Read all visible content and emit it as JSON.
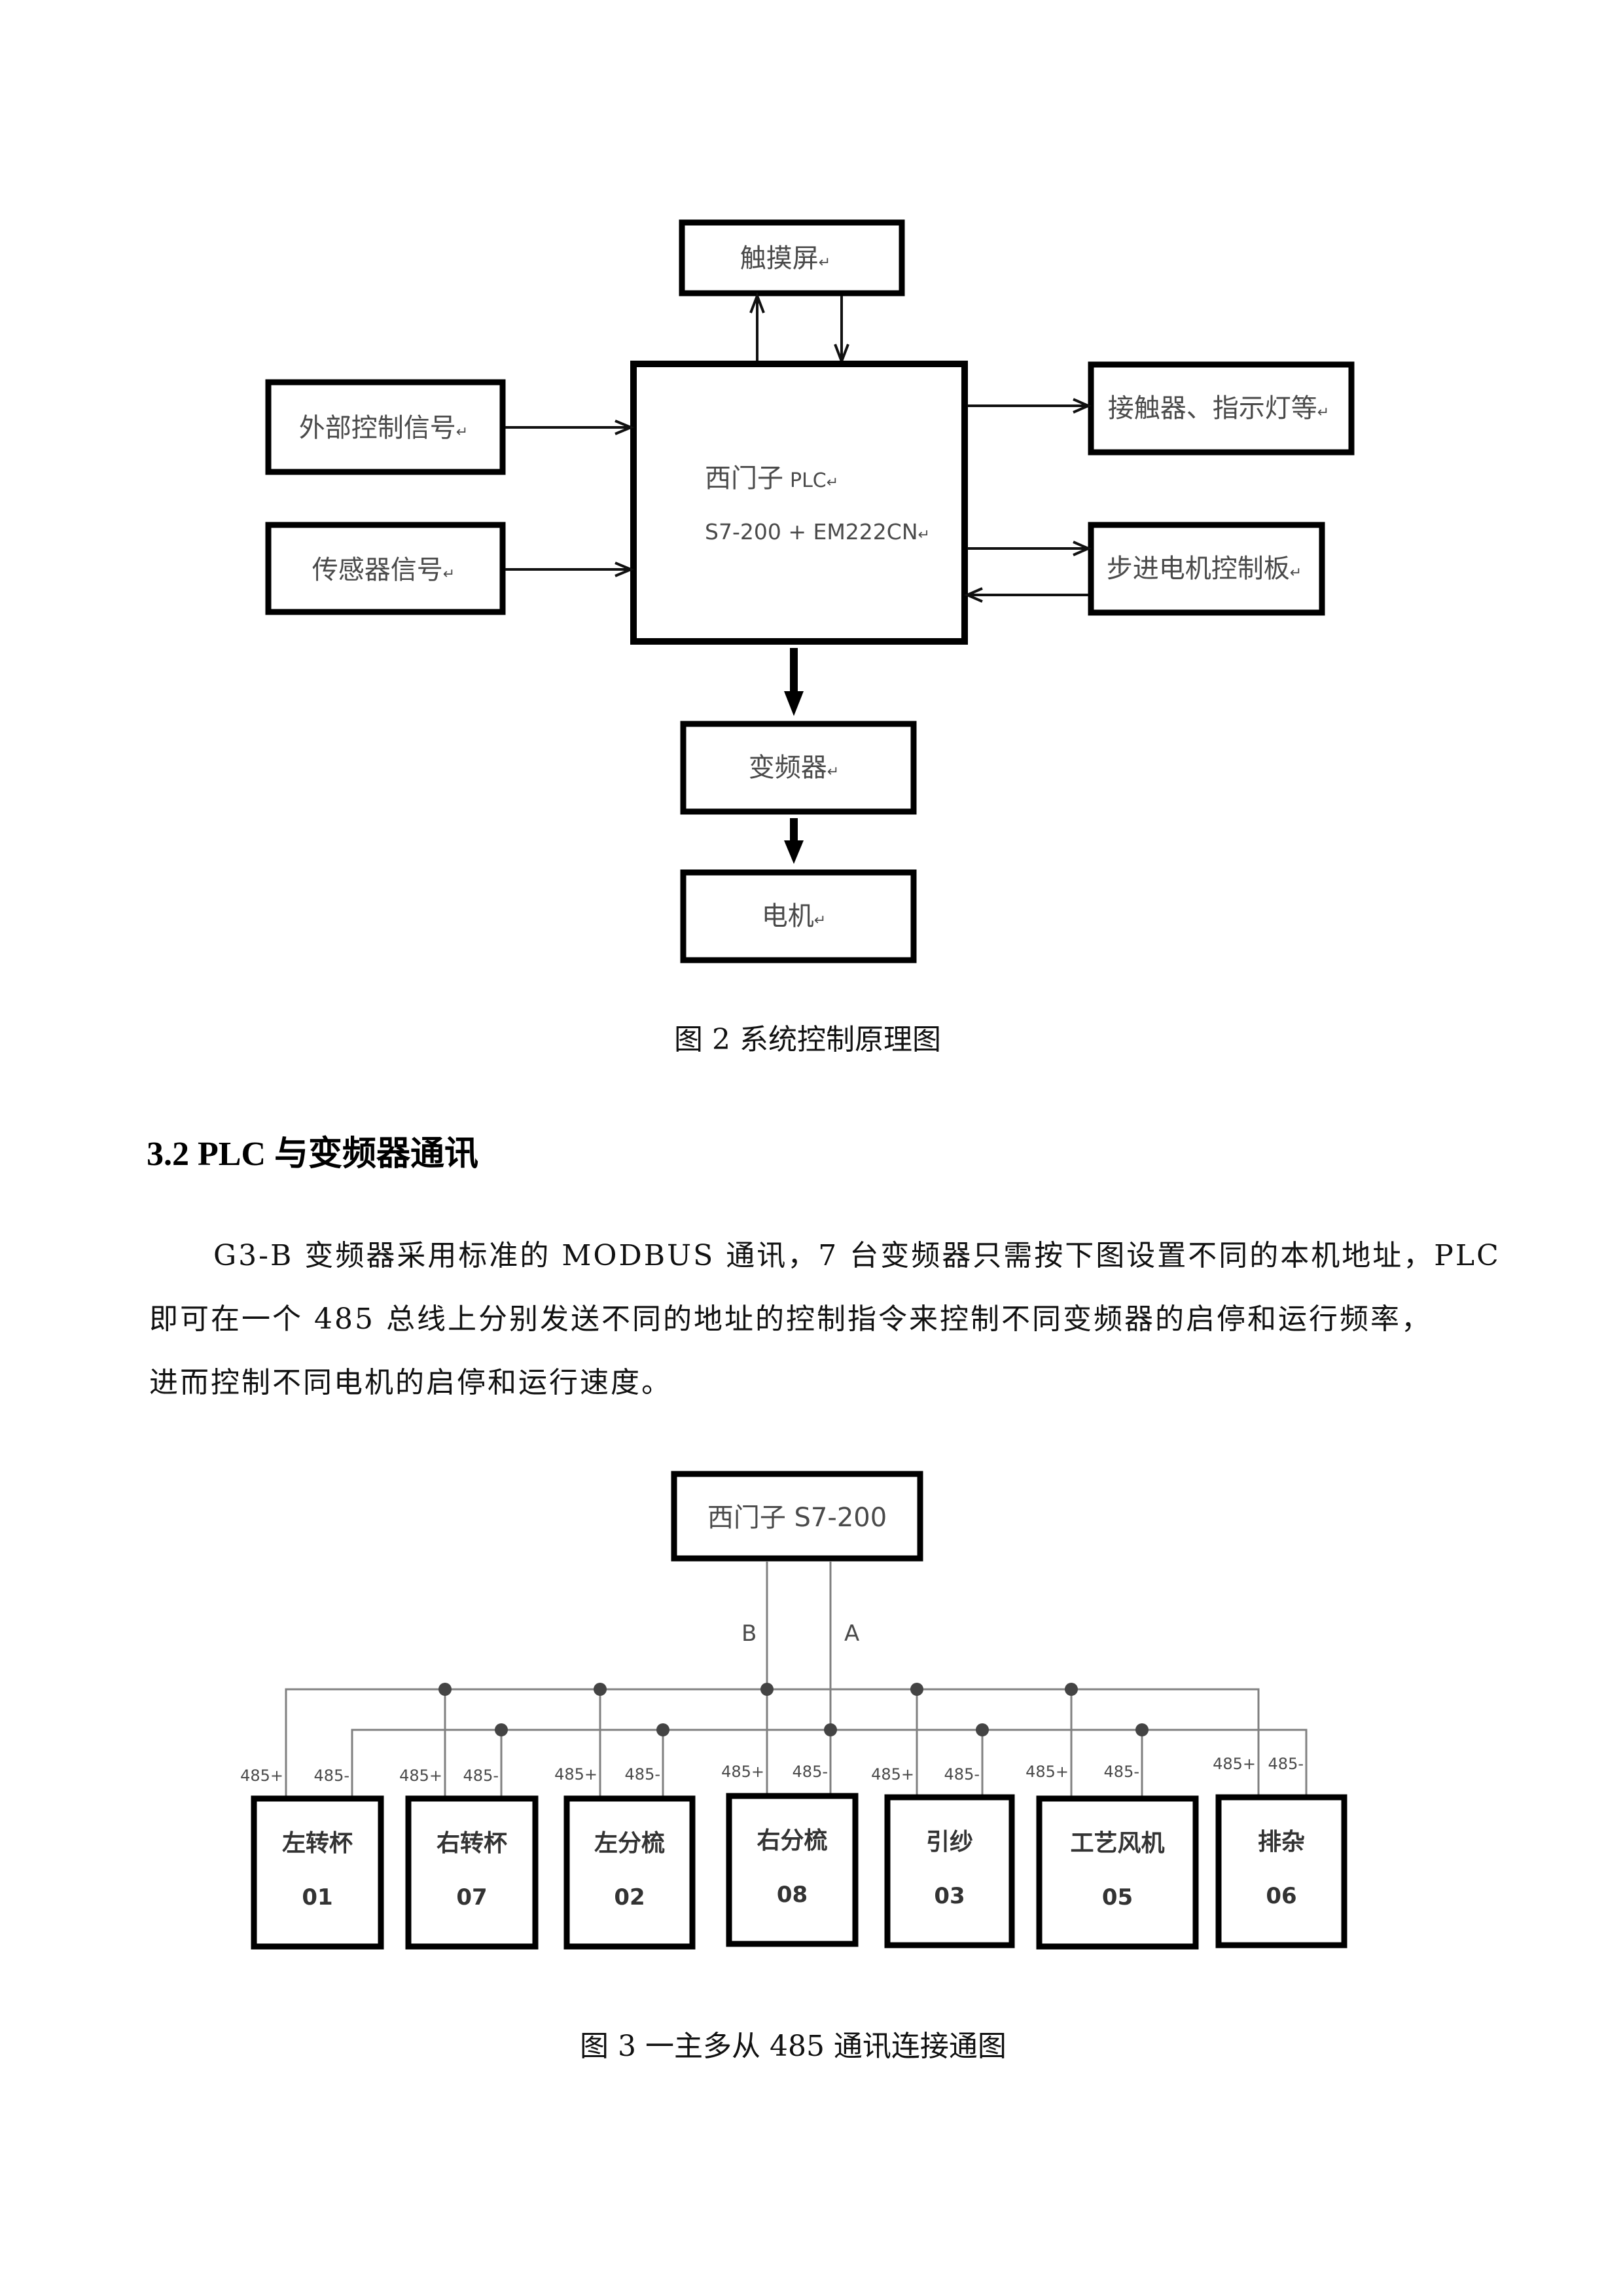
{
  "figure2": {
    "boxes": {
      "touchscreen": "触摸屏",
      "external_signal": "外部控制信号",
      "sensor_signal": "传感器信号",
      "plc_line1_cn": "西门子",
      "plc_line1_en": "PLC",
      "plc_line2": "S7-200 + EM222CN",
      "contactor": "接触器、指示灯等",
      "stepper_board": "步进电机控制板",
      "inverter": "变频器",
      "motor": "电机"
    },
    "paragraph_mark": "↵",
    "caption": "图 2  系统控制原理图"
  },
  "section": {
    "heading": "3.2 PLC 与变频器通讯",
    "paragraph_lines": [
      "G3-B 变频器采用标准的 MODBUS  通讯，7 台变频器只需按下图设置不同的本机地址，PLC",
      "即可在一个 485 总线上分别发送不同的地址的控制指令来控制不同变频器的启停和运行频率，",
      "进而控制不同电机的启停和运行速度。"
    ]
  },
  "figure3": {
    "master": "西门子 S7-200",
    "line_b": "B",
    "line_a": "A",
    "plus_label": "485+",
    "minus_label": "485-",
    "slaves": [
      {
        "name": "左转杯",
        "address": "01"
      },
      {
        "name": "右转杯",
        "address": "07"
      },
      {
        "name": "左分梳",
        "address": "02"
      },
      {
        "name": "右分梳",
        "address": "08"
      },
      {
        "name": "引纱",
        "address": "03"
      },
      {
        "name": "工艺风机",
        "address": "05"
      },
      {
        "name": "排杂",
        "address": "06"
      }
    ],
    "caption": "图 3  一主多从 485 通讯连接通图"
  }
}
